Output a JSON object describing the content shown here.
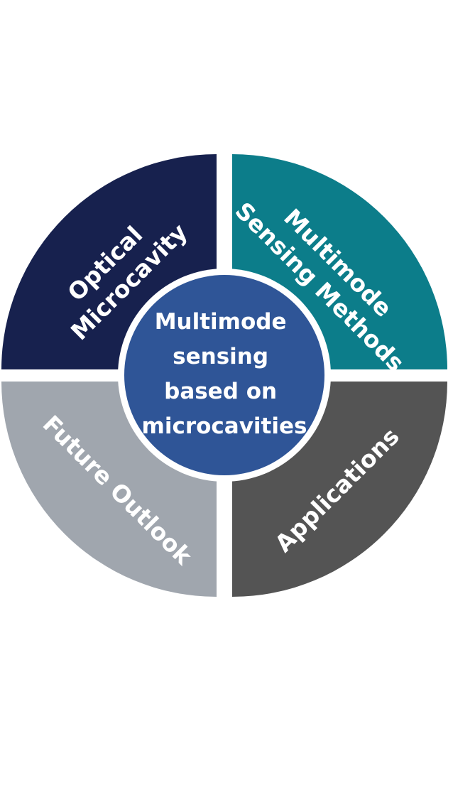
{
  "center": {
    "lines": [
      "Multimode",
      "sensing",
      "based on",
      "microcavities"
    ],
    "color": "#2f5597"
  },
  "quadrants": [
    {
      "key": "top-left",
      "lines": [
        "Optical",
        "Microcavity"
      ],
      "color": "#17214e"
    },
    {
      "key": "top-right",
      "lines": [
        "Multimode",
        "Sensing Methods"
      ],
      "color": "#0c7d8a"
    },
    {
      "key": "bottom-right",
      "lines": [
        "Applications"
      ],
      "color": "#545454"
    },
    {
      "key": "bottom-left",
      "lines": [
        "Future Outlook"
      ],
      "color": "#a0a6ae"
    }
  ]
}
